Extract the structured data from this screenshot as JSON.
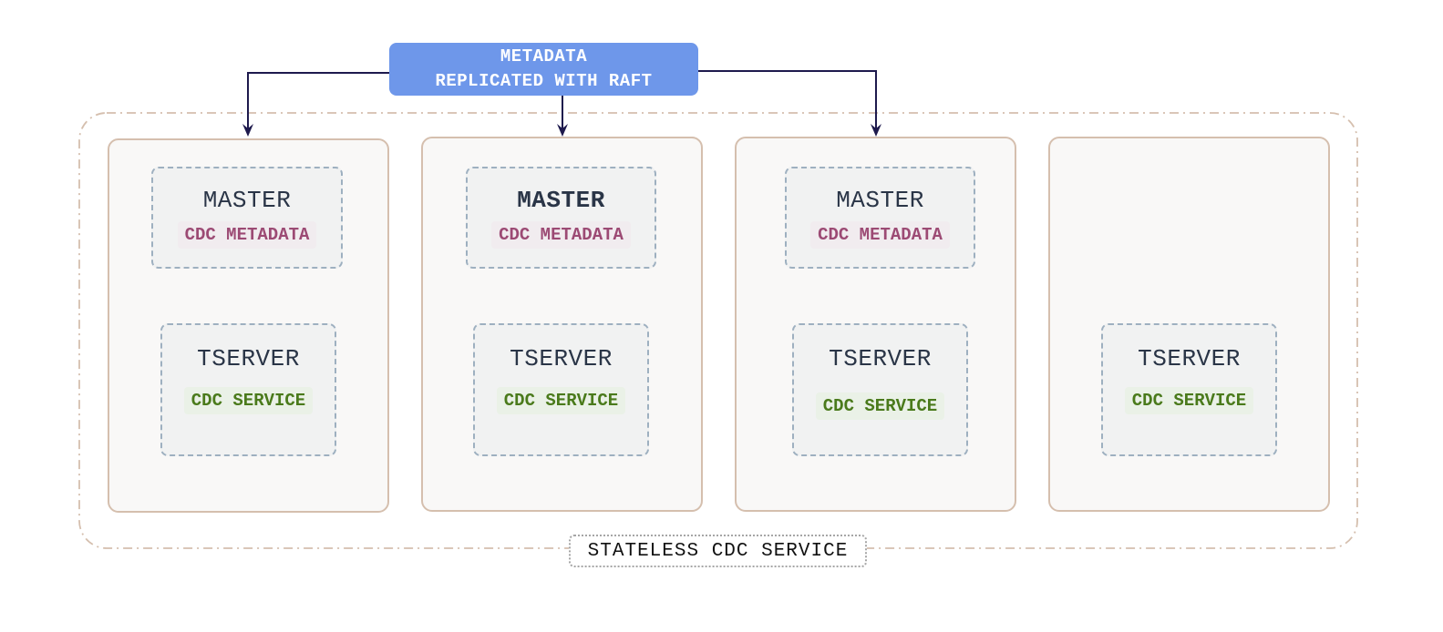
{
  "banner": {
    "line1": "METADATA",
    "line2": "REPLICATED WITH RAFT",
    "color": "#6e97ea"
  },
  "nodes": [
    {
      "master": {
        "title": "MASTER",
        "badge": "CDC METADATA"
      },
      "tserver": {
        "title": "TSERVER",
        "badge": "CDC SERVICE"
      }
    },
    {
      "master": {
        "title": "MASTER",
        "badge": "CDC METADATA",
        "bold": true
      },
      "tserver": {
        "title": "TSERVER",
        "badge": "CDC SERVICE"
      }
    },
    {
      "master": {
        "title": "MASTER",
        "badge": "CDC METADATA"
      },
      "tserver": {
        "title": "TSERVER",
        "badge": "CDC SERVICE"
      }
    },
    {
      "tserver": {
        "title": "TSERVER",
        "badge": "CDC SERVICE"
      }
    }
  ],
  "group_label": "STATELESS CDC SERVICE",
  "colors": {
    "arrow": "#1e1a4d",
    "group_border": "#d5bfae",
    "metadata_text": "#9c4a74",
    "service_text": "#4a7a1b"
  }
}
